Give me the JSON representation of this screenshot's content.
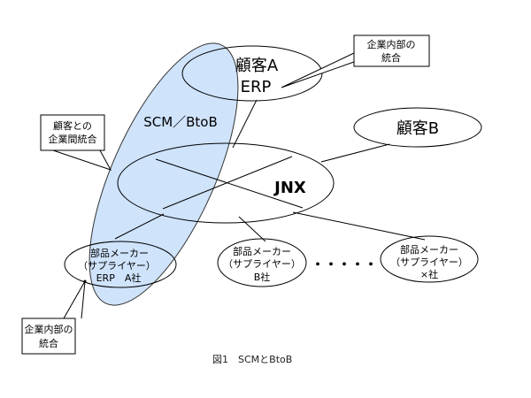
{
  "colors": {
    "scm_fill": "#cfe3fb",
    "stroke": "#000000",
    "background": "#ffffff"
  },
  "nodes": {
    "customer_a": {
      "line1": "顧客A",
      "line2": "ERP"
    },
    "customer_b": {
      "label": "顧客B"
    },
    "jnx": {
      "label": "JNX"
    },
    "scm": {
      "label": "SCM／BtoB"
    },
    "supplier_a": {
      "line1": "部品メーカー",
      "line2": "（サプライヤー）",
      "line3": "ERP　A社"
    },
    "supplier_b": {
      "line1": "部品メーカー",
      "line2": "（サプライヤー）",
      "line3": "B社"
    },
    "supplier_x": {
      "line1": "部品メーカー",
      "line2": "（サプライヤー）",
      "line3": "×社"
    },
    "ellipsis": "・・・・・"
  },
  "callouts": {
    "top_right": {
      "line1": "企業内部の",
      "line2": "統合"
    },
    "left": {
      "line1": "顧客との",
      "line2": "企業間統合"
    },
    "bottom_left": {
      "line1": "企業内部の",
      "line2": "統合"
    }
  },
  "caption": "図1　SCMとBtoB"
}
